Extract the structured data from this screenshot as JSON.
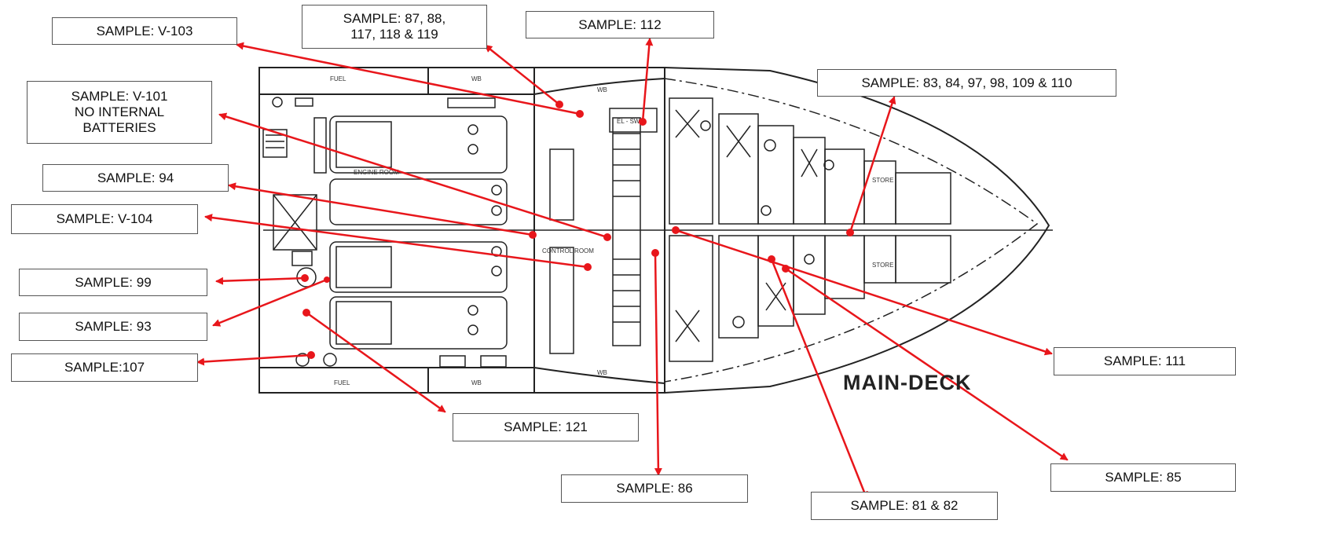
{
  "deck_title": "MAIN-DECK",
  "colors": {
    "arrow": "#e8161b",
    "drawing": "#222222"
  },
  "plan_text": {
    "fuel_top": "FUEL",
    "wb_top": "WB",
    "wb_upper": "WB",
    "engine_room": "ENGINE ROOM",
    "control_room": "CONTROL ROOM",
    "fuel_bottom": "FUEL",
    "wb_bottom": "WB",
    "wb_lower": "WB",
    "store_top": "STORE",
    "store_bottom": "STORE",
    "el_sw": "EL - SW"
  },
  "labels": {
    "v103": "SAMPLE: V-103",
    "s87": "SAMPLE: 87, 88,\n117, 118 & 119",
    "s112": "SAMPLE: 112",
    "v101": "SAMPLE: V-101\nNO INTERNAL\nBATTERIES",
    "s83": "SAMPLE: 83, 84, 97, 98, 109 & 110",
    "s94": "SAMPLE: 94",
    "v104": "SAMPLE: V-104",
    "s99": "SAMPLE: 99",
    "s93": "SAMPLE: 93",
    "s107": "SAMPLE:107",
    "s121": "SAMPLE: 121",
    "s86": "SAMPLE: 86",
    "s81": "SAMPLE: 81 & 82",
    "s111": "SAMPLE: 111",
    "s85": "SAMPLE: 85"
  }
}
